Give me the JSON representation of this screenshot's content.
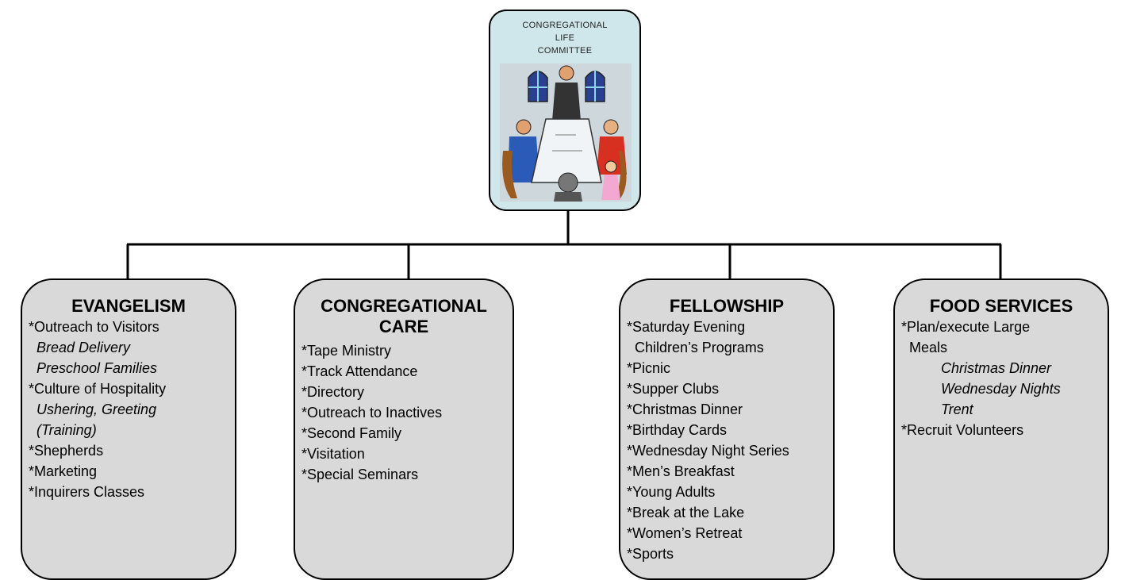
{
  "committee": {
    "title_lines": [
      "CONGREGATIONAL",
      "LIFE",
      "COMMITTEE"
    ],
    "card_color": "#cfe7ea",
    "illustration": "meeting-clipart-icon"
  },
  "box_color": "#d9d9d9",
  "boxes": [
    {
      "title": "EVANGELISM",
      "items": [
        {
          "text": "*Outreach to Visitors",
          "style": "main"
        },
        {
          "text": "Bread Delivery",
          "style": "sub"
        },
        {
          "text": "Preschool Families",
          "style": "sub"
        },
        {
          "text": "*Culture of Hospitality",
          "style": "main"
        },
        {
          "text": "Ushering, Greeting",
          "style": "sub"
        },
        {
          "text": "(Training)",
          "style": "sub"
        },
        {
          "text": "*Shepherds",
          "style": "main"
        },
        {
          "text": "*Marketing",
          "style": "main"
        },
        {
          "text": "*Inquirers Classes",
          "style": "main"
        }
      ]
    },
    {
      "title": "CONGREGATIONAL CARE",
      "items": [
        {
          "text": "*Tape Ministry",
          "style": "main"
        },
        {
          "text": "*Track Attendance",
          "style": "main"
        },
        {
          "text": "*Directory",
          "style": "main"
        },
        {
          "text": "*Outreach to Inactives",
          "style": "main"
        },
        {
          "text": "*Second Family",
          "style": "main"
        },
        {
          "text": "*Visitation",
          "style": "main"
        },
        {
          "text": "*Special Seminars",
          "style": "main"
        }
      ]
    },
    {
      "title": "FELLOWSHIP",
      "items": [
        {
          "text": "*Saturday Evening",
          "style": "main"
        },
        {
          "text": "Children’s Programs",
          "style": "ind2"
        },
        {
          "text": "*Picnic",
          "style": "main"
        },
        {
          "text": "*Supper Clubs",
          "style": "main"
        },
        {
          "text": "*Christmas Dinner",
          "style": "main"
        },
        {
          "text": "*Birthday Cards",
          "style": "main"
        },
        {
          "text": "*Wednesday Night Series",
          "style": "main"
        },
        {
          "text": "*Men’s Breakfast",
          "style": "main"
        },
        {
          "text": "*Young Adults",
          "style": "main"
        },
        {
          "text": "*Break at the Lake",
          "style": "main"
        },
        {
          "text": "*Women’s Retreat",
          "style": "main"
        },
        {
          "text": "*Sports",
          "style": "main"
        }
      ]
    },
    {
      "title": "FOOD SERVICES",
      "items": [
        {
          "text": "*Plan/execute Large",
          "style": "main"
        },
        {
          "text": "Meals",
          "style": "ind2"
        },
        {
          "text": "Christmas Dinner",
          "style": "sub2"
        },
        {
          "text": "Wednesday Nights",
          "style": "sub2"
        },
        {
          "text": "Trent",
          "style": "sub2"
        },
        {
          "text": "*Recruit Volunteers",
          "style": "main"
        }
      ]
    }
  ]
}
